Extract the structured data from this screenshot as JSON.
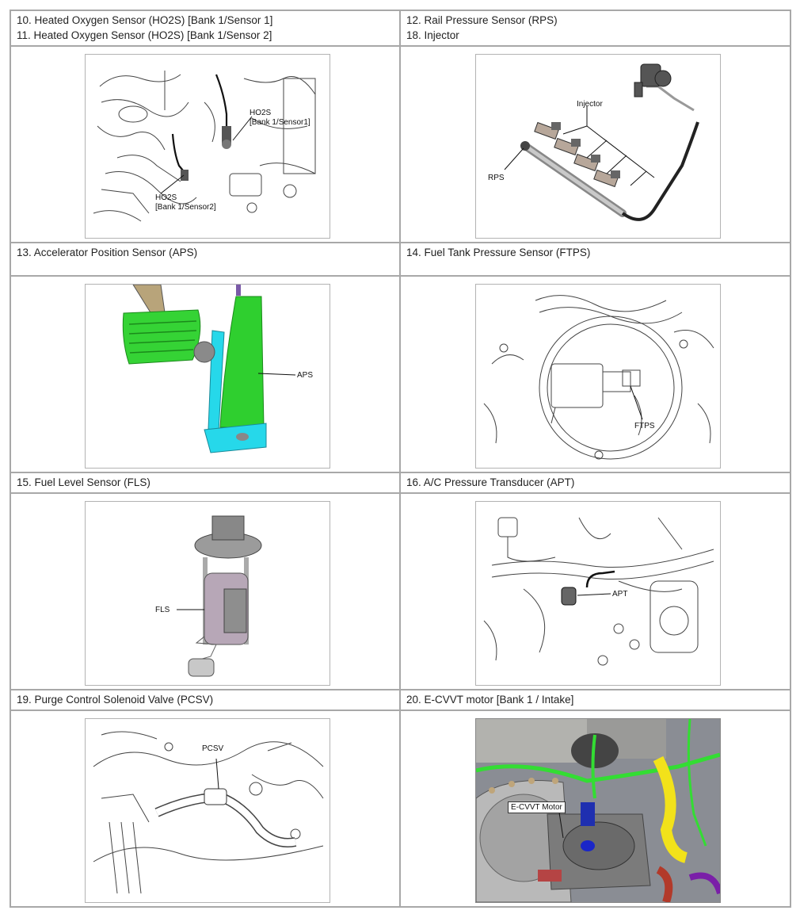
{
  "rows": [
    {
      "left": {
        "lines": [
          "10. Heated Oxygen Sensor (HO2S) [Bank 1/Sensor 1]",
          "11. Heated Oxygen Sensor (HO2S) [Bank 1/Sensor 2]"
        ]
      },
      "right": {
        "lines": [
          "12. Rail Pressure Sensor (RPS)",
          "18. Injector"
        ]
      }
    },
    {
      "left": {
        "lines": [
          "13. Accelerator Position Sensor (APS)"
        ]
      },
      "right": {
        "lines": [
          "14. Fuel Tank Pressure Sensor (FTPS)"
        ]
      }
    },
    {
      "left": {
        "lines": [
          "15. Fuel Level Sensor (FLS)"
        ]
      },
      "right": {
        "lines": [
          "16. A/C Pressure Transducer (APT)"
        ]
      }
    },
    {
      "left": {
        "lines": [
          "19. Purge Control Solenoid Valve (PCSV)"
        ]
      },
      "right": {
        "lines": [
          "20. E-CVVT motor [Bank 1 / Intake]"
        ]
      }
    }
  ],
  "figures": {
    "ho2s": {
      "label1": "HO2S",
      "label1b": "[Bank 1/Sensor1]",
      "label2": "HO2S",
      "label2b": "[Bank 1/Sensor2]"
    },
    "rps": {
      "injector": "Injector",
      "rps": "RPS"
    },
    "aps": {
      "aps": "APS"
    },
    "ftps": {
      "ftps": "FTPS"
    },
    "fls": {
      "fls": "FLS"
    },
    "apt": {
      "apt": "APT"
    },
    "pcsv": {
      "pcsv": "PCSV"
    },
    "ecvvt": {
      "motor": "E-CVVT Motor"
    }
  },
  "colors": {
    "border": "#a8a8a8",
    "pedal_green": "#2ecc2e",
    "aps_cyan": "#22d3e6",
    "harness_green": "#33dd33",
    "hose_yellow": "#f2e21a"
  }
}
